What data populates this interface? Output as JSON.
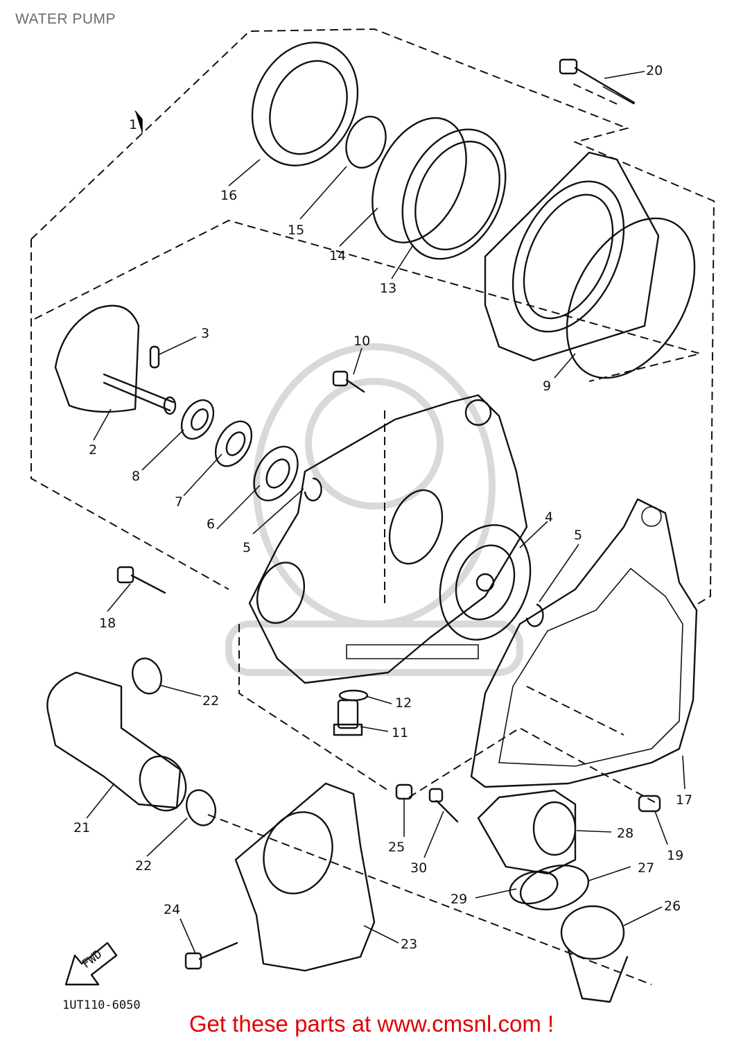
{
  "page_title": "WATER PUMP",
  "diagram_code": "1UT110-6050",
  "direction_arrow_label": "FWD",
  "call_to_action": "Get these parts at www.cmsnl.com !",
  "watermark_color": "#d9d9d9",
  "call_to_action_color": "#e00000",
  "callouts": [
    "1",
    "2",
    "3",
    "4",
    "5",
    "5",
    "6",
    "7",
    "8",
    "9",
    "10",
    "11",
    "12",
    "13",
    "14",
    "15",
    "16",
    "17",
    "18",
    "19",
    "20",
    "21",
    "22",
    "22",
    "23",
    "24",
    "25",
    "26",
    "27",
    "28",
    "29",
    "30"
  ]
}
